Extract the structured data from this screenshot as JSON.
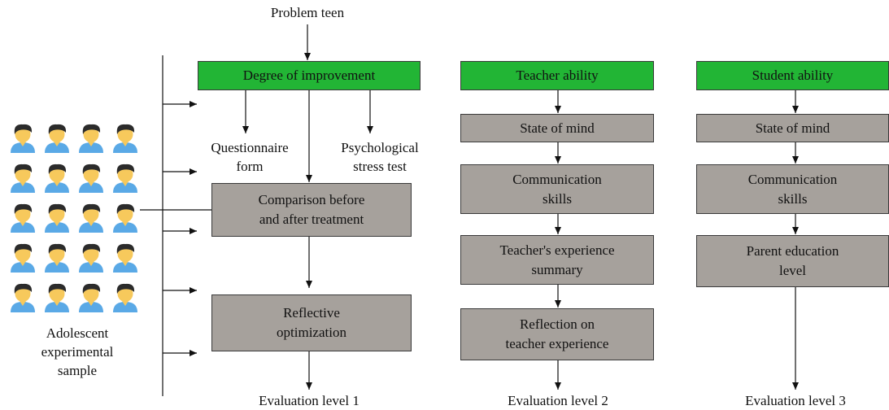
{
  "top_label": "Problem teen",
  "sample_label": "Adolescent\nexperimental\nsample",
  "colors": {
    "green": "#22b535",
    "gray": "#a6a19c",
    "person_skin": "#f7c95c",
    "person_hair": "#2b2b2b",
    "person_shirt": "#5aa9e6"
  },
  "icons": {
    "person": "adolescent-person-icon",
    "rows": 5,
    "cols": 4
  },
  "level1": {
    "header": "Degree of improvement",
    "questionnaire": "Questionnaire\nform",
    "stress_test": "Psychological\nstress test",
    "comparison": "Comparison before\nand after treatment",
    "reflective": "Reflective\noptimization",
    "eval": "Evaluation level 1"
  },
  "level2": {
    "header": "Teacher ability",
    "state": "State of mind",
    "comm": "Communication\nskills",
    "summary": "Teacher's experience\nsummary",
    "reflection": "Reflection on\nteacher experience",
    "eval": "Evaluation level 2"
  },
  "level3": {
    "header": "Student ability",
    "state": "State of mind",
    "comm": "Communication\nskills",
    "parent": "Parent education\nlevel",
    "eval": "Evaluation level 3"
  }
}
